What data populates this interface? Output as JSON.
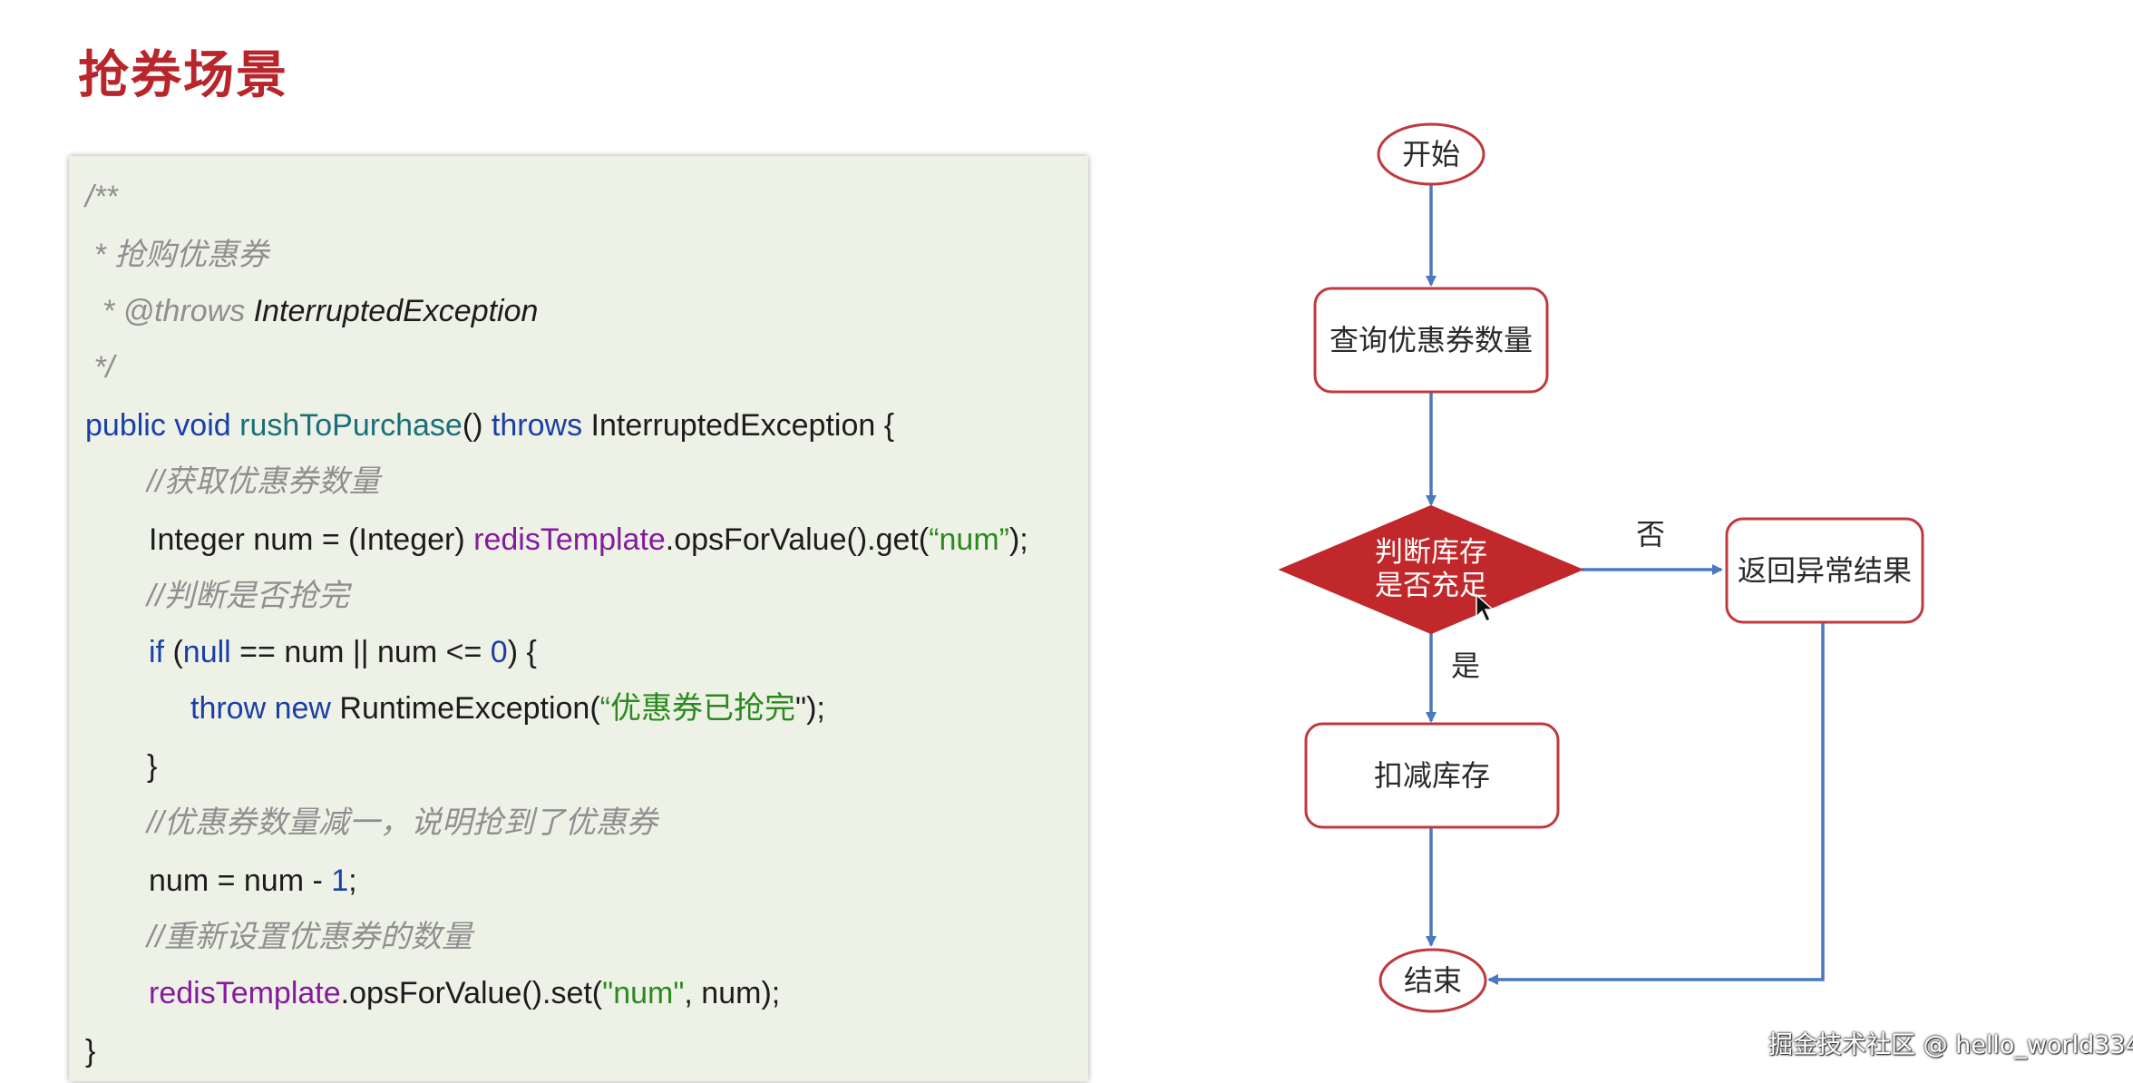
{
  "title": "抢券场景",
  "code": {
    "doc_open": "/**",
    "doc_desc": " * 抢购优惠券",
    "doc_throws_prefix": "  * @throws ",
    "doc_throws_type": "InterruptedException",
    "doc_close": " */",
    "sig_public": "public",
    "sig_void": "void",
    "sig_name": "rushToPurchase",
    "sig_parens": "()",
    "sig_throws": "throws",
    "sig_exc": "InterruptedException {",
    "c1": "//获取优惠券数量",
    "l1_type": "Integer num = (Integer) ",
    "l1_field": "redisTemplate",
    "l1_call": ".opsForValue().get(",
    "l1_str": "“num”",
    "l1_end": ");",
    "c2": "//判断是否抢完",
    "l2_if": "if",
    "l2_open": " (",
    "l2_null": "null",
    "l2_mid": " == num || num <= ",
    "l2_zero": "0",
    "l2_end": ") {",
    "l3_throw": "throw",
    "l3_new": "new",
    "l3_exc": "RuntimeException(",
    "l3_str": "“优惠券已抢完",
    "l3_end": "\");",
    "l4": "}",
    "c3": "//优惠券数量减一，说明抢到了优惠券",
    "l5_a": "num = num - ",
    "l5_one": "1",
    "l5_end": ";",
    "c4": "//重新设置优惠券的数量",
    "l6_field": "redisTemplate",
    "l6_call": ".opsForValue().set(",
    "l6_str": "\"num\"",
    "l6_end": ", num);",
    "l7": "}"
  },
  "flowchart": {
    "start": "开始",
    "query": "查询优惠券数量",
    "decision_line1": "判断库存",
    "decision_line2": "是否充足",
    "no_label": "否",
    "yes_label": "是",
    "error": "返回异常结果",
    "deduct": "扣减库存",
    "end": "结束"
  },
  "watermark": "掘金技术社区 @ hello_world334",
  "colors": {
    "title": "#b8252a",
    "node_border": "#c0393c",
    "decision_fill": "#c0282b",
    "arrow": "#4a79bd",
    "code_bg": "#eef2e6"
  }
}
